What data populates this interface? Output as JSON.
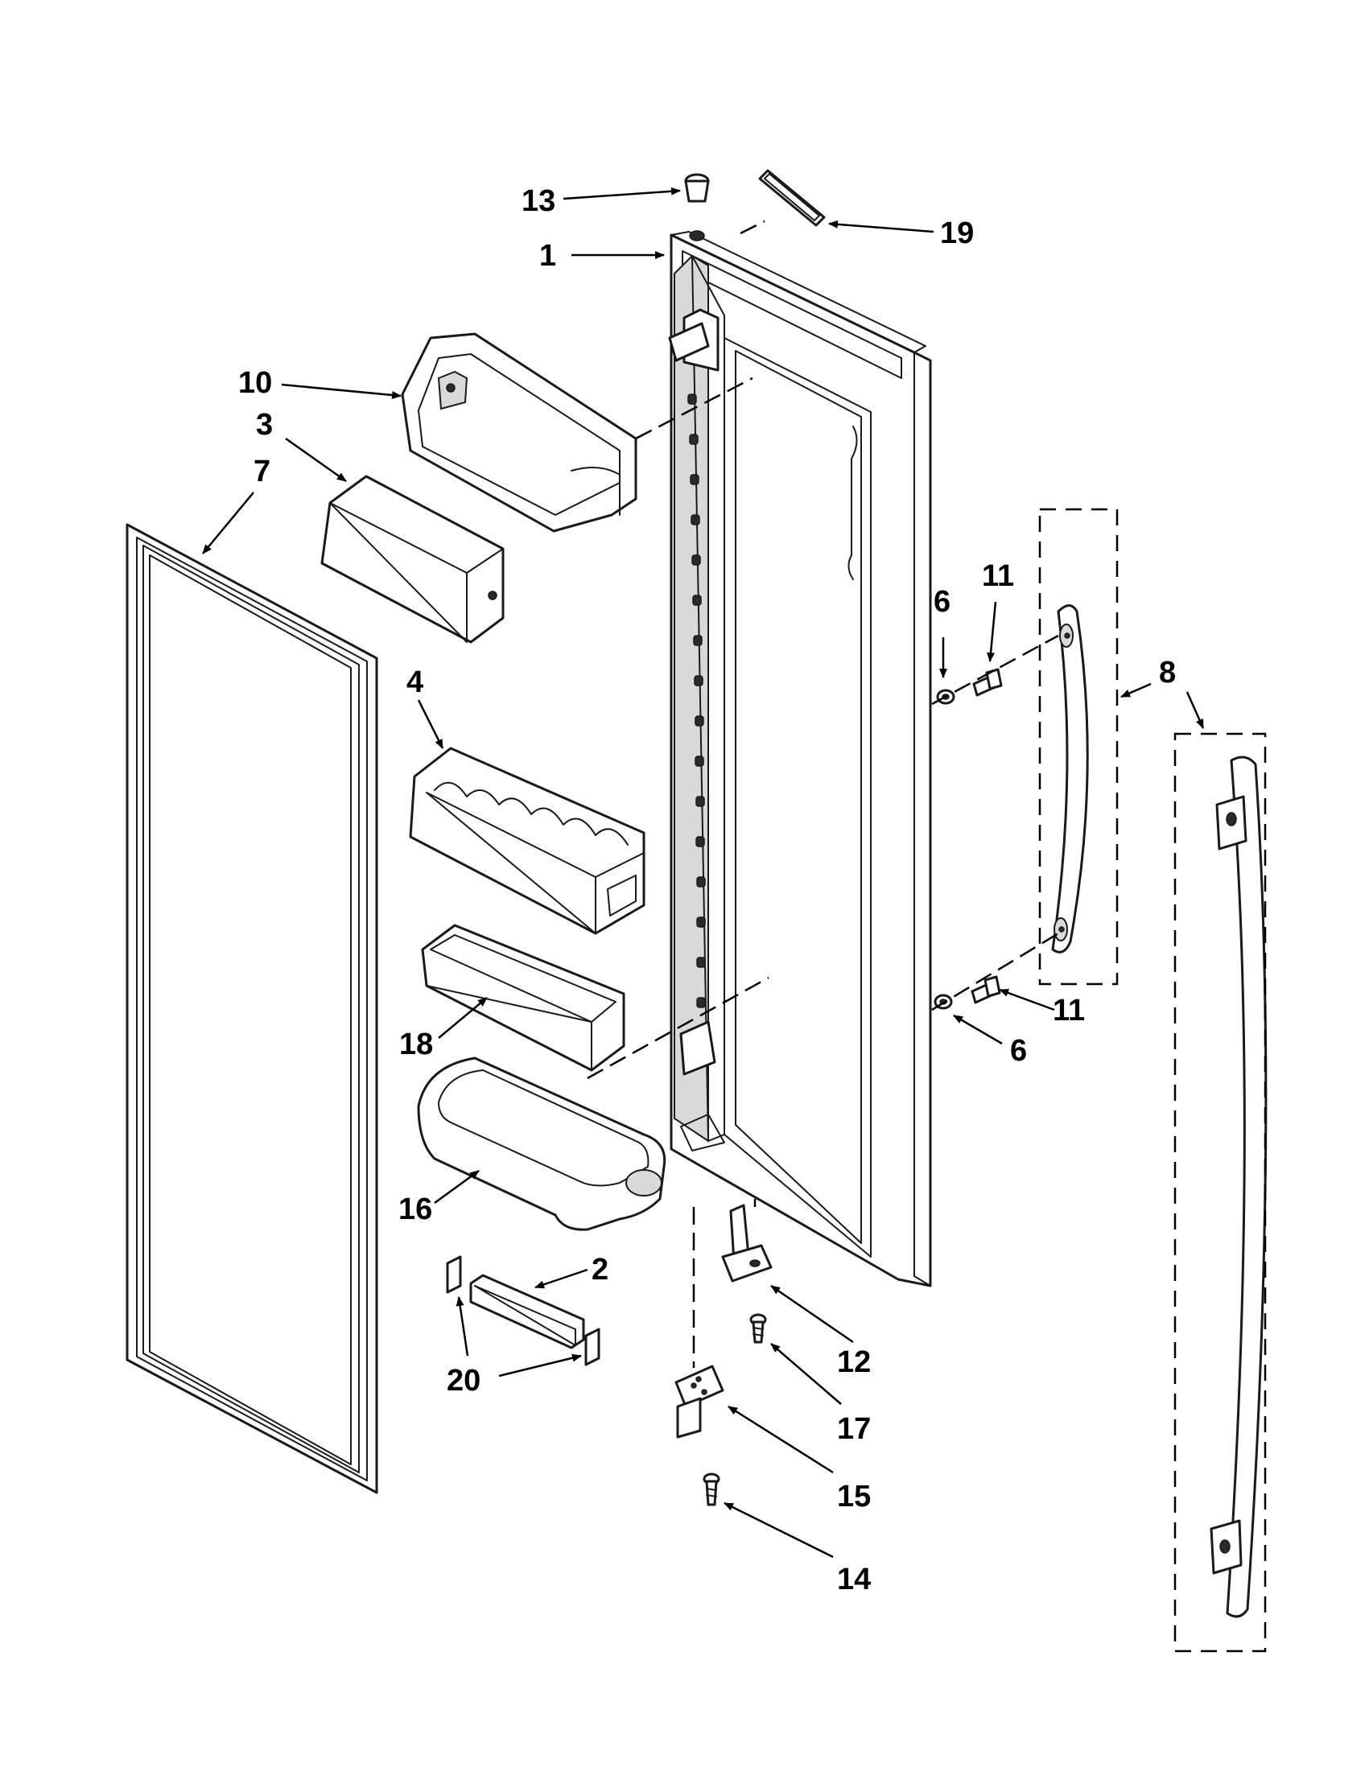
{
  "callouts": {
    "c1": "1",
    "c2": "2",
    "c3": "3",
    "c4": "4",
    "c6a": "6",
    "c6b": "6",
    "c7": "7",
    "c8": "8",
    "c10": "10",
    "c11a": "11",
    "c11b": "11",
    "c12": "12",
    "c13": "13",
    "c14": "14",
    "c15": "15",
    "c16": "16",
    "c17": "17",
    "c18": "18",
    "c19": "19",
    "c20": "20"
  }
}
